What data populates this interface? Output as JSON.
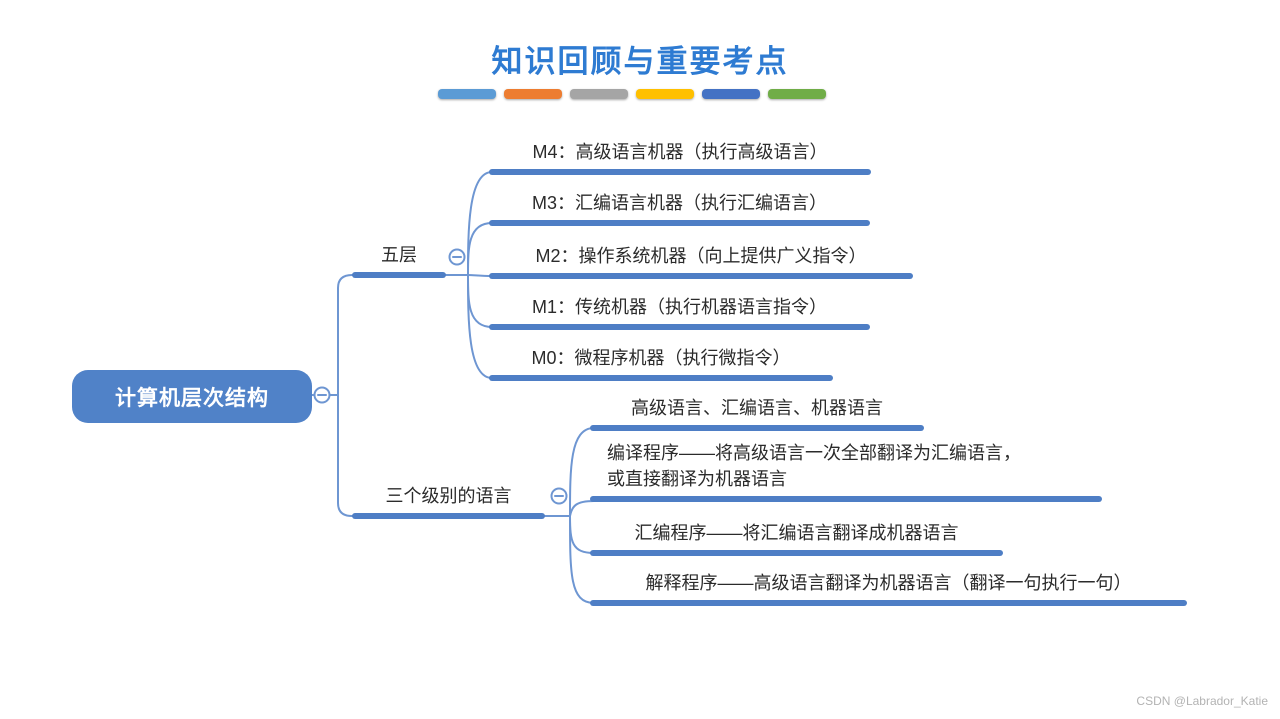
{
  "page": {
    "title": "知识回顾与重要考点",
    "watermark": "CSDN @Labrador_Katie"
  },
  "palette": {
    "bars": [
      {
        "name": "blue",
        "color": "#5B9BD5",
        "css": "background:#5B9BD5"
      },
      {
        "name": "orange",
        "color": "#ED7D31",
        "css": "background:#ED7D31"
      },
      {
        "name": "gray",
        "color": "#A5A5A5",
        "css": "background:#A5A5A5"
      },
      {
        "name": "gold",
        "color": "#FFC000",
        "css": "background:#FFC000"
      },
      {
        "name": "dark-blue",
        "color": "#4472C4",
        "css": "background:#4472C4"
      },
      {
        "name": "green",
        "color": "#70AD47",
        "css": "background:#70AD47"
      }
    ]
  },
  "colors": {
    "title_text": "#2E7BD2",
    "node_fill": "#5082C8",
    "underline": "#4E7EC5",
    "connector": "#6E96D2",
    "topic_text": "#2b2b2b"
  },
  "mindmap": {
    "root": {
      "label": "计算机层次结构"
    },
    "collapse_symbol": "−",
    "branches": [
      {
        "label": "五层",
        "children": [
          {
            "label": "M4：高级语言机器（执行高级语言）"
          },
          {
            "label": "M3：汇编语言机器（执行汇编语言）"
          },
          {
            "label": "M2：操作系统机器（向上提供广义指令）"
          },
          {
            "label": "M1：传统机器（执行机器语言指令）"
          },
          {
            "label": "M0：微程序机器（执行微指令）"
          }
        ]
      },
      {
        "label": "三个级别的语言",
        "children": [
          {
            "label": "高级语言、汇编语言、机器语言"
          },
          {
            "label": "编译程序——将高级语言一次全部翻译为汇编语言，\n或直接翻译为机器语言"
          },
          {
            "label": "汇编程序——将汇编语言翻译成机器语言"
          },
          {
            "label": "解释程序——高级语言翻译为机器语言（翻译一句执行一句）"
          }
        ]
      }
    ]
  }
}
